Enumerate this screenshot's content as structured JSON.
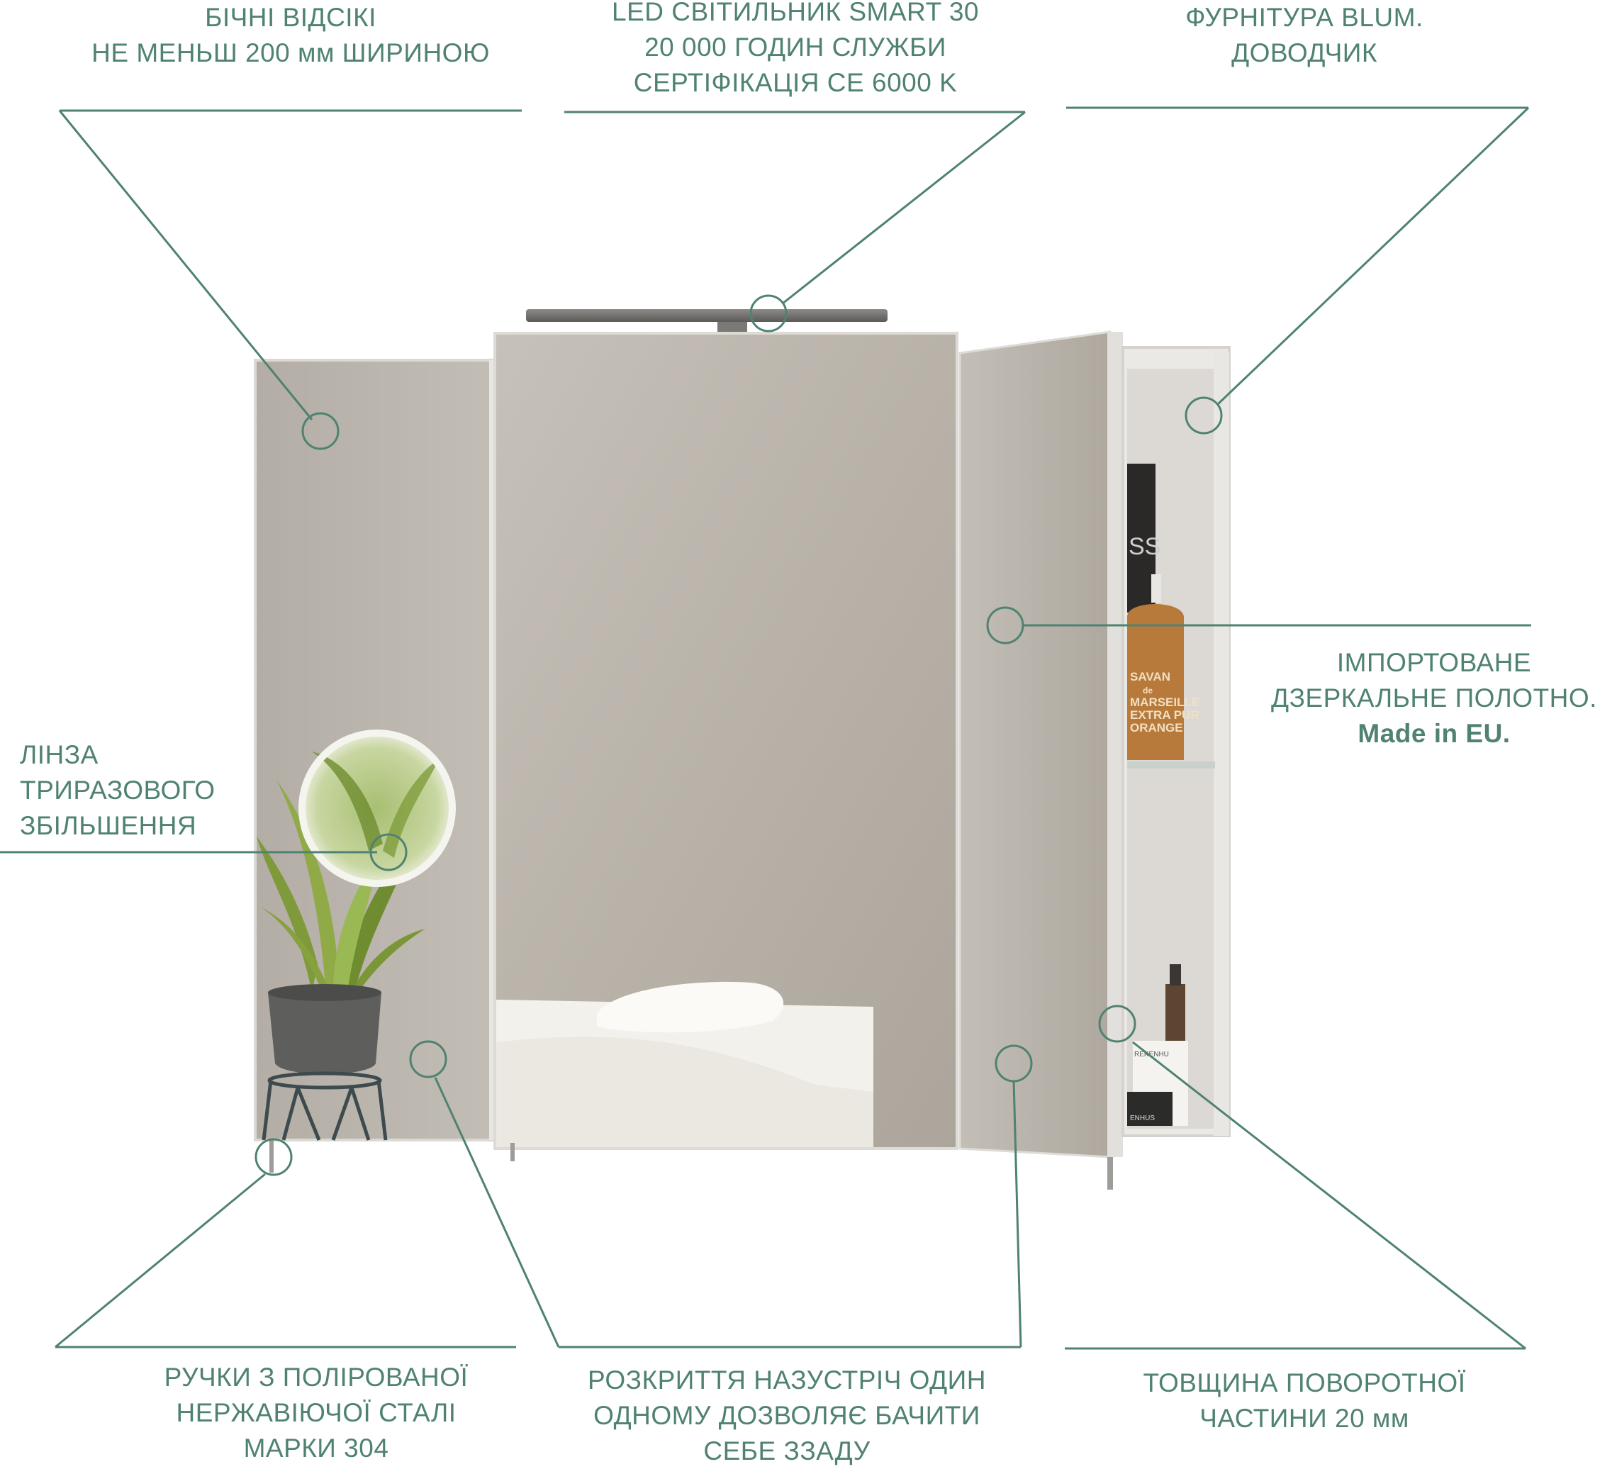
{
  "callouts": {
    "side_sections": {
      "lines": [
        "БІЧНІ ВІДСІКІ",
        "НЕ МЕНЬШ 200 мм ШИРИНОЮ"
      ]
    },
    "led_light": {
      "lines": [
        "LED СВІТИЛЬНИК SMART 30",
        "20 000 ГОДИН СЛУЖБИ",
        "СЕРТІФІКАЦІЯ CE 6000 K"
      ]
    },
    "blum_hardware": {
      "lines": [
        "ФУРНІТУРА BLUM.",
        "ДОВОДЧИК"
      ]
    },
    "mirror_glass": {
      "lines": [
        "ІМПОРТОВАНЕ",
        "ДЗЕРКАЛЬНЕ ПОЛОТНО.",
        "Made in EU."
      ]
    },
    "magnifier_lens": {
      "lines": [
        "ЛІНЗА",
        "ТРИРАЗОВОГО",
        "ЗБІЛЬШЕННЯ"
      ]
    },
    "steel_handles": {
      "lines": [
        "РУЧКИ З ПОЛІРОВАНОЇ",
        "НЕРЖАВІЮЧОЇ СТАЛІ",
        "МАРКИ 304"
      ]
    },
    "doors_opening": {
      "lines": [
        "РОЗКРИТТЯ НАЗУСТРІЧ ОДИН",
        "ОДНОМУ ДОЗВОЛЯЄ БАЧИТИ",
        "СЕБЕ ЗЗАДУ"
      ]
    },
    "door_thickness": {
      "lines": [
        "ТОВЩИНА ПОВОРОТНОЇ",
        "ЧАСТИНИ 20 мм"
      ]
    }
  },
  "product_text": {
    "bottle_brand": "SS",
    "soap_label": [
      "SAVAN",
      "de",
      "MARSEILLE",
      "EXTRA PUR",
      "ORANGE"
    ],
    "jar_label": "ENHUS",
    "small_bottle_label": "REKENHU"
  },
  "colors": {
    "accent": "#4f8271",
    "mirror": "#bab4ab",
    "frame": "#e6e4e0"
  }
}
